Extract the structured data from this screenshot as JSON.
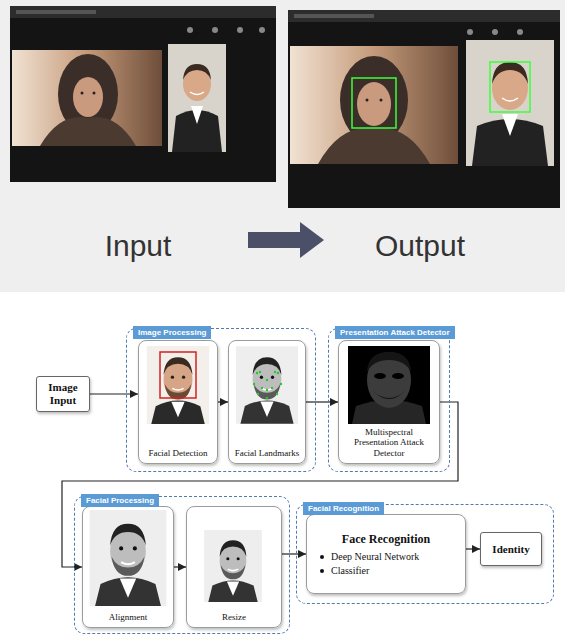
{
  "diagram": {
    "nodes": [
      {
        "text": [
          "Image Input"
        ]
      },
      {
        "text": [
          "Image Processing"
        ]
      },
      {
        "text": [
          "Facial Detection"
        ],
        "in": 1
      },
      {
        "text": [
          "Facial Landmarks"
        ],
        "in": 1
      },
      {
        "text": [
          "Presentation Attack Detector"
        ]
      },
      {
        "text": [
          "Multispectral Presentation Attack Detector"
        ],
        "in": 4
      },
      {
        "text": [
          "Facial Processing"
        ]
      },
      {
        "text": [
          "Alignment"
        ],
        "in": 6
      },
      {
        "text": [
          "Resize"
        ],
        "in": 6
      },
      {
        "text": [
          "Facial Recognition"
        ]
      },
      {
        "text": [
          "Face Recognition",
          "Deep Neural Network",
          "Classifier"
        ],
        "in": 9
      },
      {
        "text": [
          "Identity"
        ],
        "in": 9
      }
    ],
    "edges": [
      {
        "from": 0,
        "to": 2,
        "arrow": "to"
      },
      {
        "from": 2,
        "to": 3,
        "arrow": "to"
      },
      {
        "from": 3,
        "to": 5,
        "arrow": "to"
      },
      {
        "from": 5,
        "to": 7,
        "arrow": "to"
      },
      {
        "from": 7,
        "to": 8,
        "arrow": "to"
      },
      {
        "from": 8,
        "to": 10,
        "arrow": "to"
      },
      {
        "from": 10,
        "to": 11,
        "arrow": "to"
      }
    ],
    "labels": [
      "Input",
      "Output"
    ]
  }
}
